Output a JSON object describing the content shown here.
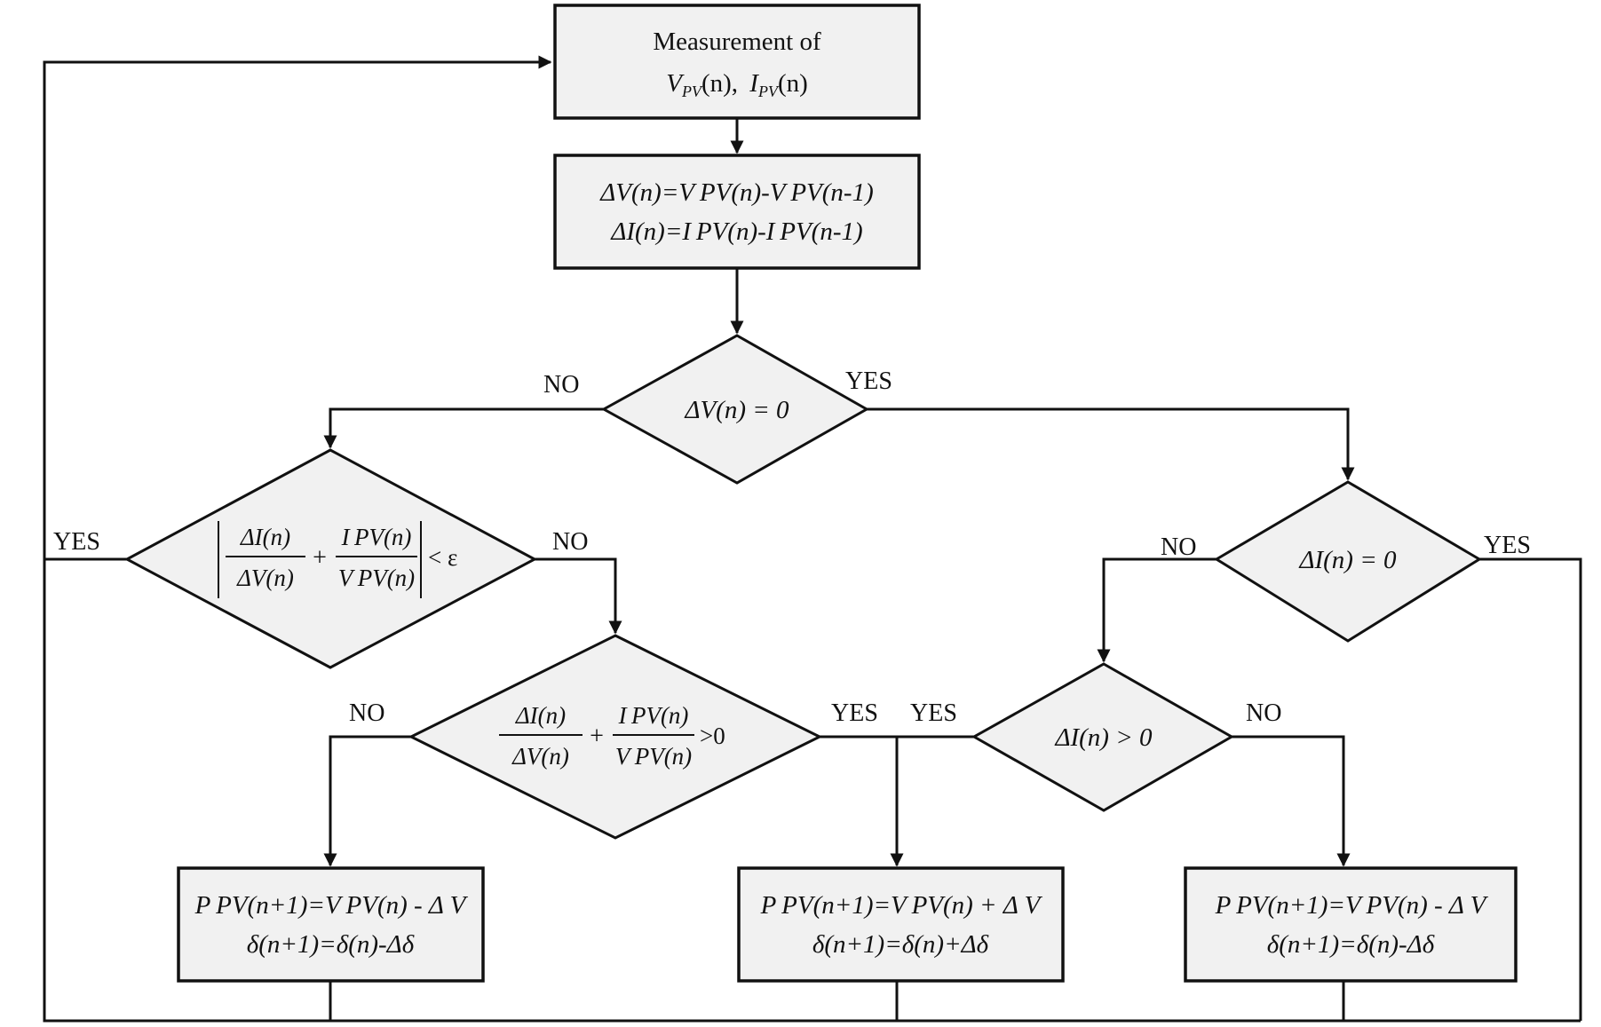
{
  "nodes": {
    "measure": {
      "line1": "Measurement of",
      "v": "V",
      "v_sub": "PV",
      "v_arg": "(n),",
      "i": "I",
      "i_sub": "PV",
      "i_arg": "(n)"
    },
    "delta_calc": {
      "line1": "ΔV(n)=V PV(n)-V PV(n-1)",
      "line2": "ΔI(n)=I PV(n)-I PV(n-1)"
    },
    "dv_zero": {
      "text": "ΔV(n) = 0"
    },
    "inc_abs": {
      "num1": "ΔI(n)",
      "den1": "ΔV(n)",
      "num2": "I PV(n)",
      "den2": "V PV(n)",
      "plus": "+",
      "cmp": "< ε"
    },
    "inc_gt": {
      "num1": "ΔI(n)",
      "den1": "ΔV(n)",
      "num2": "I PV(n)",
      "den2": "V PV(n)",
      "plus": "+",
      "cmp": ">0"
    },
    "di_zero": {
      "text": "ΔI(n) = 0"
    },
    "di_gt": {
      "text": "ΔI(n) > 0"
    },
    "action_left": {
      "line1": "P PV(n+1)=V PV(n) - Δ V",
      "line2": "δ(n+1)=δ(n)-Δδ"
    },
    "action_mid": {
      "line1": "P PV(n+1)=V PV(n) + Δ V",
      "line2": "δ(n+1)=δ(n)+Δδ"
    },
    "action_right": {
      "line1": "P PV(n+1)=V PV(n) - Δ V",
      "line2": "δ(n+1)=δ(n)-Δδ"
    }
  },
  "edge_labels": {
    "dv_no": "NO",
    "dv_yes": "YES",
    "abs_yes": "YES",
    "abs_no": "NO",
    "di0_no": "NO",
    "di0_yes": "YES",
    "gt_no": "NO",
    "gt_yes": "YES",
    "digt_yes": "YES",
    "digt_no": "NO"
  },
  "colors": {
    "fill": "#f1f1f1",
    "stroke": "#111111",
    "background": "#ffffff"
  }
}
